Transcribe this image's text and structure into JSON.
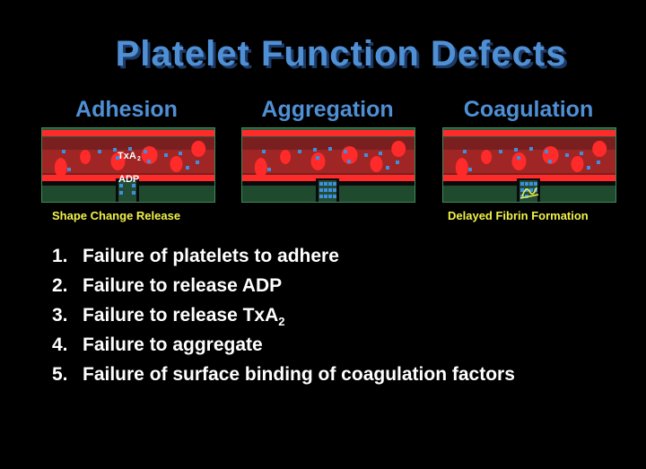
{
  "title": "Platelet Function Defects",
  "panels": [
    {
      "heading": "Adhesion",
      "caption": "Shape Change Release",
      "labels": [
        "TxA",
        "2",
        "ADP"
      ]
    },
    {
      "heading": "Aggregation",
      "caption": ""
    },
    {
      "heading": "Coagulation",
      "caption": "Delayed Fibrin Formation"
    }
  ],
  "list": [
    {
      "num": "1.",
      "text": "Failure of platelets to adhere"
    },
    {
      "num": "2.",
      "text": "Failure to release ADP"
    },
    {
      "num": "3.",
      "text": "Failure to release TxA",
      "sub": "2"
    },
    {
      "num": "4.",
      "text": "Failure to aggregate"
    },
    {
      "num": "5.",
      "text": "Failure of surface binding of coagulation factors"
    }
  ],
  "colors": {
    "title": "#4f8fd4",
    "caption": "#f2f24a",
    "rbc": "#ff2a2a",
    "platelet": "#3d8fe0",
    "fibrin": "#f2f24a"
  }
}
